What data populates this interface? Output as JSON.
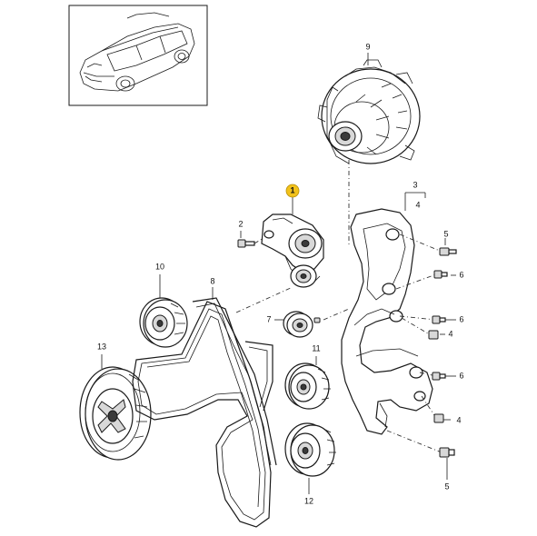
{
  "diagram": {
    "highlight_color": "#f2c21b",
    "callouts": {
      "c1": "1",
      "c2": "2",
      "c3": "3",
      "c4a": "4",
      "c4b": "4",
      "c4c": "4",
      "c5a": "5",
      "c5b": "5",
      "c6a": "6",
      "c6b": "6",
      "c6c": "6",
      "c7": "7",
      "c8": "8",
      "c9": "9",
      "c10": "10",
      "c11": "11",
      "c12": "12",
      "c13": "13"
    }
  }
}
